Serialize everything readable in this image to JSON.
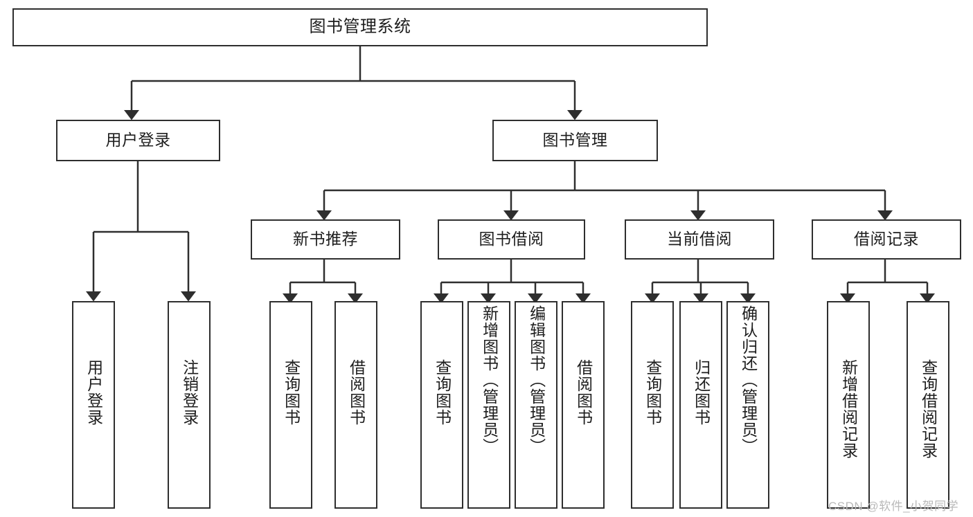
{
  "diagram": {
    "title": "图书管理系统",
    "type": "tree-hierarchy-functional-structure",
    "colors": {
      "box_border": "#2e2e2e",
      "box_fill": "#ffffff",
      "line": "#2e2e2e",
      "text": "#1d1d1d",
      "watermark": "#b9b9b9",
      "background": "#ffffff"
    },
    "root": {
      "label": "图书管理系统"
    },
    "level2": [
      {
        "label": "用户登录"
      },
      {
        "label": "图书管理"
      }
    ],
    "level3": [
      {
        "label": "新书推荐"
      },
      {
        "label": "图书借阅"
      },
      {
        "label": "当前借阅"
      },
      {
        "label": "借阅记录"
      }
    ],
    "leaves": {
      "user_login": [
        {
          "label": "用户登录",
          "vertical": true,
          "align": "middle"
        },
        {
          "label": "注销登录",
          "vertical": true,
          "align": "middle"
        }
      ],
      "new_book_recommend": [
        {
          "label": "查询图书",
          "vertical": true,
          "align": "middle"
        },
        {
          "label": "借阅图书",
          "vertical": true,
          "align": "middle"
        }
      ],
      "book_borrow": [
        {
          "label": "查询图书",
          "vertical": true,
          "align": "middle"
        },
        {
          "label": "新增图书（管理员）",
          "vertical": true,
          "align": "top"
        },
        {
          "label": "编辑图书（管理员）",
          "vertical": true,
          "align": "top"
        },
        {
          "label": "借阅图书",
          "vertical": true,
          "align": "middle"
        }
      ],
      "current_borrow": [
        {
          "label": "查询图书",
          "vertical": true,
          "align": "middle"
        },
        {
          "label": "归还图书",
          "vertical": true,
          "align": "middle"
        },
        {
          "label": "确认归还（管理员）",
          "vertical": true,
          "align": "top"
        }
      ],
      "borrow_record": [
        {
          "label": "新增借阅记录",
          "vertical": true,
          "align": "middle"
        },
        {
          "label": "查询借阅记录",
          "vertical": true,
          "align": "middle"
        }
      ]
    },
    "watermark": "CSDN @软件_小贺同学"
  }
}
